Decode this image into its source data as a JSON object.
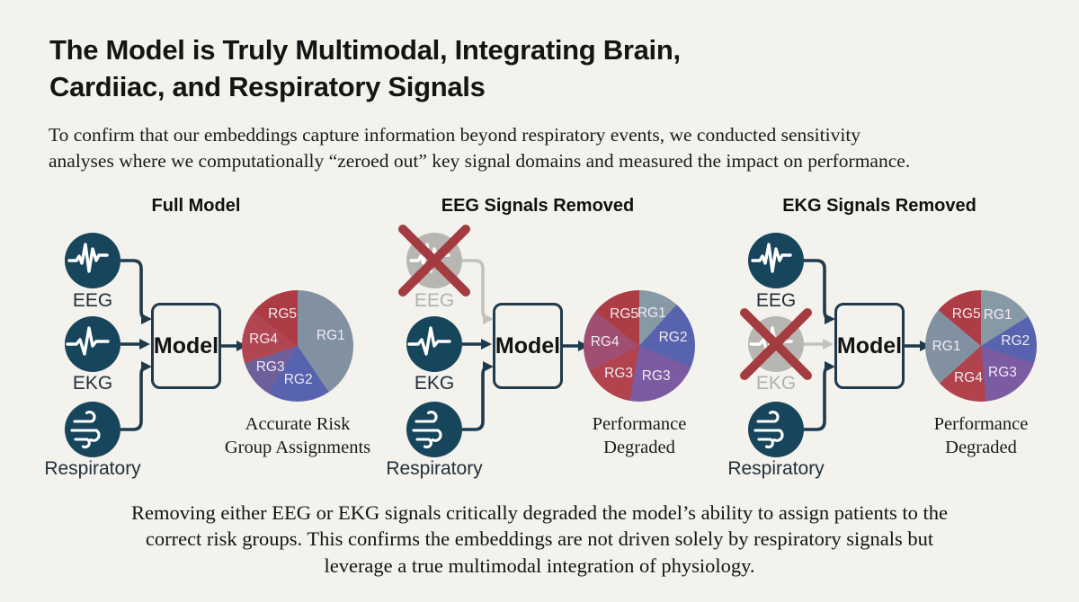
{
  "header": {
    "title_lines": [
      "The Model is Truly Multimodal, Integrating Brain,",
      "Cardiiac, and Respiratory Signals"
    ],
    "subtitle_lines": [
      "To confirm that our embeddings capture information beyond respiratory events, we conducted sensitivity",
      "analyses where we computationally “zeroed out” key signal domains and measured the impact on performance."
    ]
  },
  "footer": {
    "lines": [
      "Removing either EEG or EKG signals critically degraded the model’s ability to assign patients to the",
      "correct risk groups. This confirms the embeddings are not driven solely by respiratory signals but",
      "leverage a true multimodal integration of physiology."
    ]
  },
  "colors": {
    "background": "#f3f2ed",
    "icon_navy": "#16455c",
    "arrow_dark": "#1e3a4c",
    "removed_gray_circle": "#b8b6b2",
    "removed_gray_arrow": "#c3c1bc",
    "x_mark_red": "#a33b40",
    "pie_label_text": "#f1ebf2"
  },
  "panels": [
    {
      "heading": "Full Model",
      "model_label": "Model",
      "inputs": [
        {
          "label": "EEG",
          "icon": "eeg-waveform-icon",
          "removed": false
        },
        {
          "label": "EKG",
          "icon": "ekg-waveform-icon",
          "removed": false
        },
        {
          "label": "Respiratory",
          "icon": "wind-icon",
          "removed": false
        }
      ],
      "pie": {
        "type": "pie",
        "slices": [
          {
            "label": "RG1",
            "start": 0,
            "end": 146,
            "color": "#8191a1"
          },
          {
            "label": "RG2",
            "start": 146,
            "end": 212,
            "color": "#5763ae"
          },
          {
            "label": "RG3",
            "start": 212,
            "end": 252,
            "color": "#6f5f9b"
          },
          {
            "label": "RG4",
            "start": 252,
            "end": 308,
            "color": "#b14653"
          },
          {
            "label": "RG5",
            "start": 308,
            "end": 360,
            "color": "#ad3b43"
          }
        ]
      },
      "caption_lines": [
        "Accurate Risk",
        "Group Assignments"
      ]
    },
    {
      "heading": "EEG Signals Removed",
      "model_label": "Model",
      "inputs": [
        {
          "label": "EEG",
          "icon": "eeg-waveform-icon",
          "removed": true
        },
        {
          "label": "EKG",
          "icon": "ekg-waveform-icon",
          "removed": false
        },
        {
          "label": "Respiratory",
          "icon": "wind-icon",
          "removed": false
        }
      ],
      "pie": {
        "type": "pie",
        "slices": [
          {
            "label": "RG1",
            "start": 0,
            "end": 42,
            "color": "#8799a5"
          },
          {
            "label": "RG2",
            "start": 42,
            "end": 112,
            "color": "#5763ae"
          },
          {
            "label": "RG3",
            "start": 112,
            "end": 190,
            "color": "#7b5ba1"
          },
          {
            "label": "RG3",
            "start": 190,
            "end": 243,
            "color": "#b2424c"
          },
          {
            "label": "RG4",
            "start": 243,
            "end": 308,
            "color": "#a04e72"
          },
          {
            "label": "RG5",
            "start": 308,
            "end": 360,
            "color": "#ae3c44"
          }
        ]
      },
      "caption_lines": [
        "Performance",
        "Degraded"
      ]
    },
    {
      "heading": "EKG Signals Removed",
      "model_label": "Model",
      "inputs": [
        {
          "label": "EEG",
          "icon": "eeg-waveform-icon",
          "removed": false
        },
        {
          "label": "EKG",
          "icon": "ekg-waveform-icon",
          "removed": true
        },
        {
          "label": "Respiratory",
          "icon": "wind-icon",
          "removed": false
        }
      ],
      "pie": {
        "type": "pie",
        "slices": [
          {
            "label": "RG1",
            "start": 0,
            "end": 58,
            "color": "#8799a5"
          },
          {
            "label": "RG2",
            "start": 58,
            "end": 108,
            "color": "#5763ae"
          },
          {
            "label": "RG3",
            "start": 108,
            "end": 175,
            "color": "#7b5ba1"
          },
          {
            "label": "RG4",
            "start": 175,
            "end": 228,
            "color": "#b2424c"
          },
          {
            "label": "RG1",
            "start": 228,
            "end": 310,
            "color": "#8191a1"
          },
          {
            "label": "RG5",
            "start": 310,
            "end": 360,
            "color": "#ae3c44"
          }
        ]
      },
      "caption_lines": [
        "Performance",
        "Degraded"
      ]
    }
  ]
}
